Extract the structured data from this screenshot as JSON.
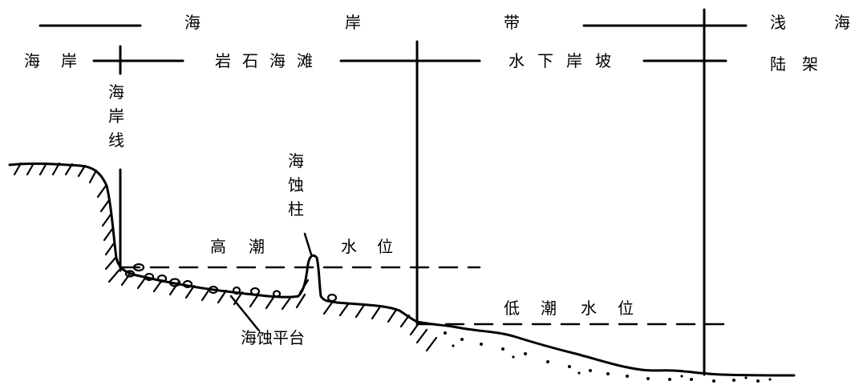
{
  "top_row": {
    "coast_zone_chars": [
      "海",
      "岸",
      "带"
    ],
    "shallow_sea_chars": [
      "浅",
      "海"
    ]
  },
  "second_row": {
    "coast_chars": [
      "海",
      "岸"
    ],
    "rocky_beach_chars": [
      "岩",
      "石",
      "海",
      "滩"
    ],
    "underwater_slope_chars": [
      "水",
      "下",
      "岸",
      "坡"
    ],
    "shelf_chars": [
      "陆",
      "架"
    ]
  },
  "vertical_labels": {
    "shoreline_chars": [
      "海",
      "岸",
      "线"
    ],
    "sea_stack_chars": [
      "海",
      "蚀",
      "柱"
    ]
  },
  "water_levels": {
    "high_tide_chars": [
      "高",
      "潮",
      "水",
      "位"
    ],
    "low_tide_chars": [
      "低",
      "潮",
      "水",
      "位"
    ]
  },
  "platform_label": "海蚀平台",
  "colors": {
    "ink": "#000000",
    "background": "#ffffff"
  }
}
